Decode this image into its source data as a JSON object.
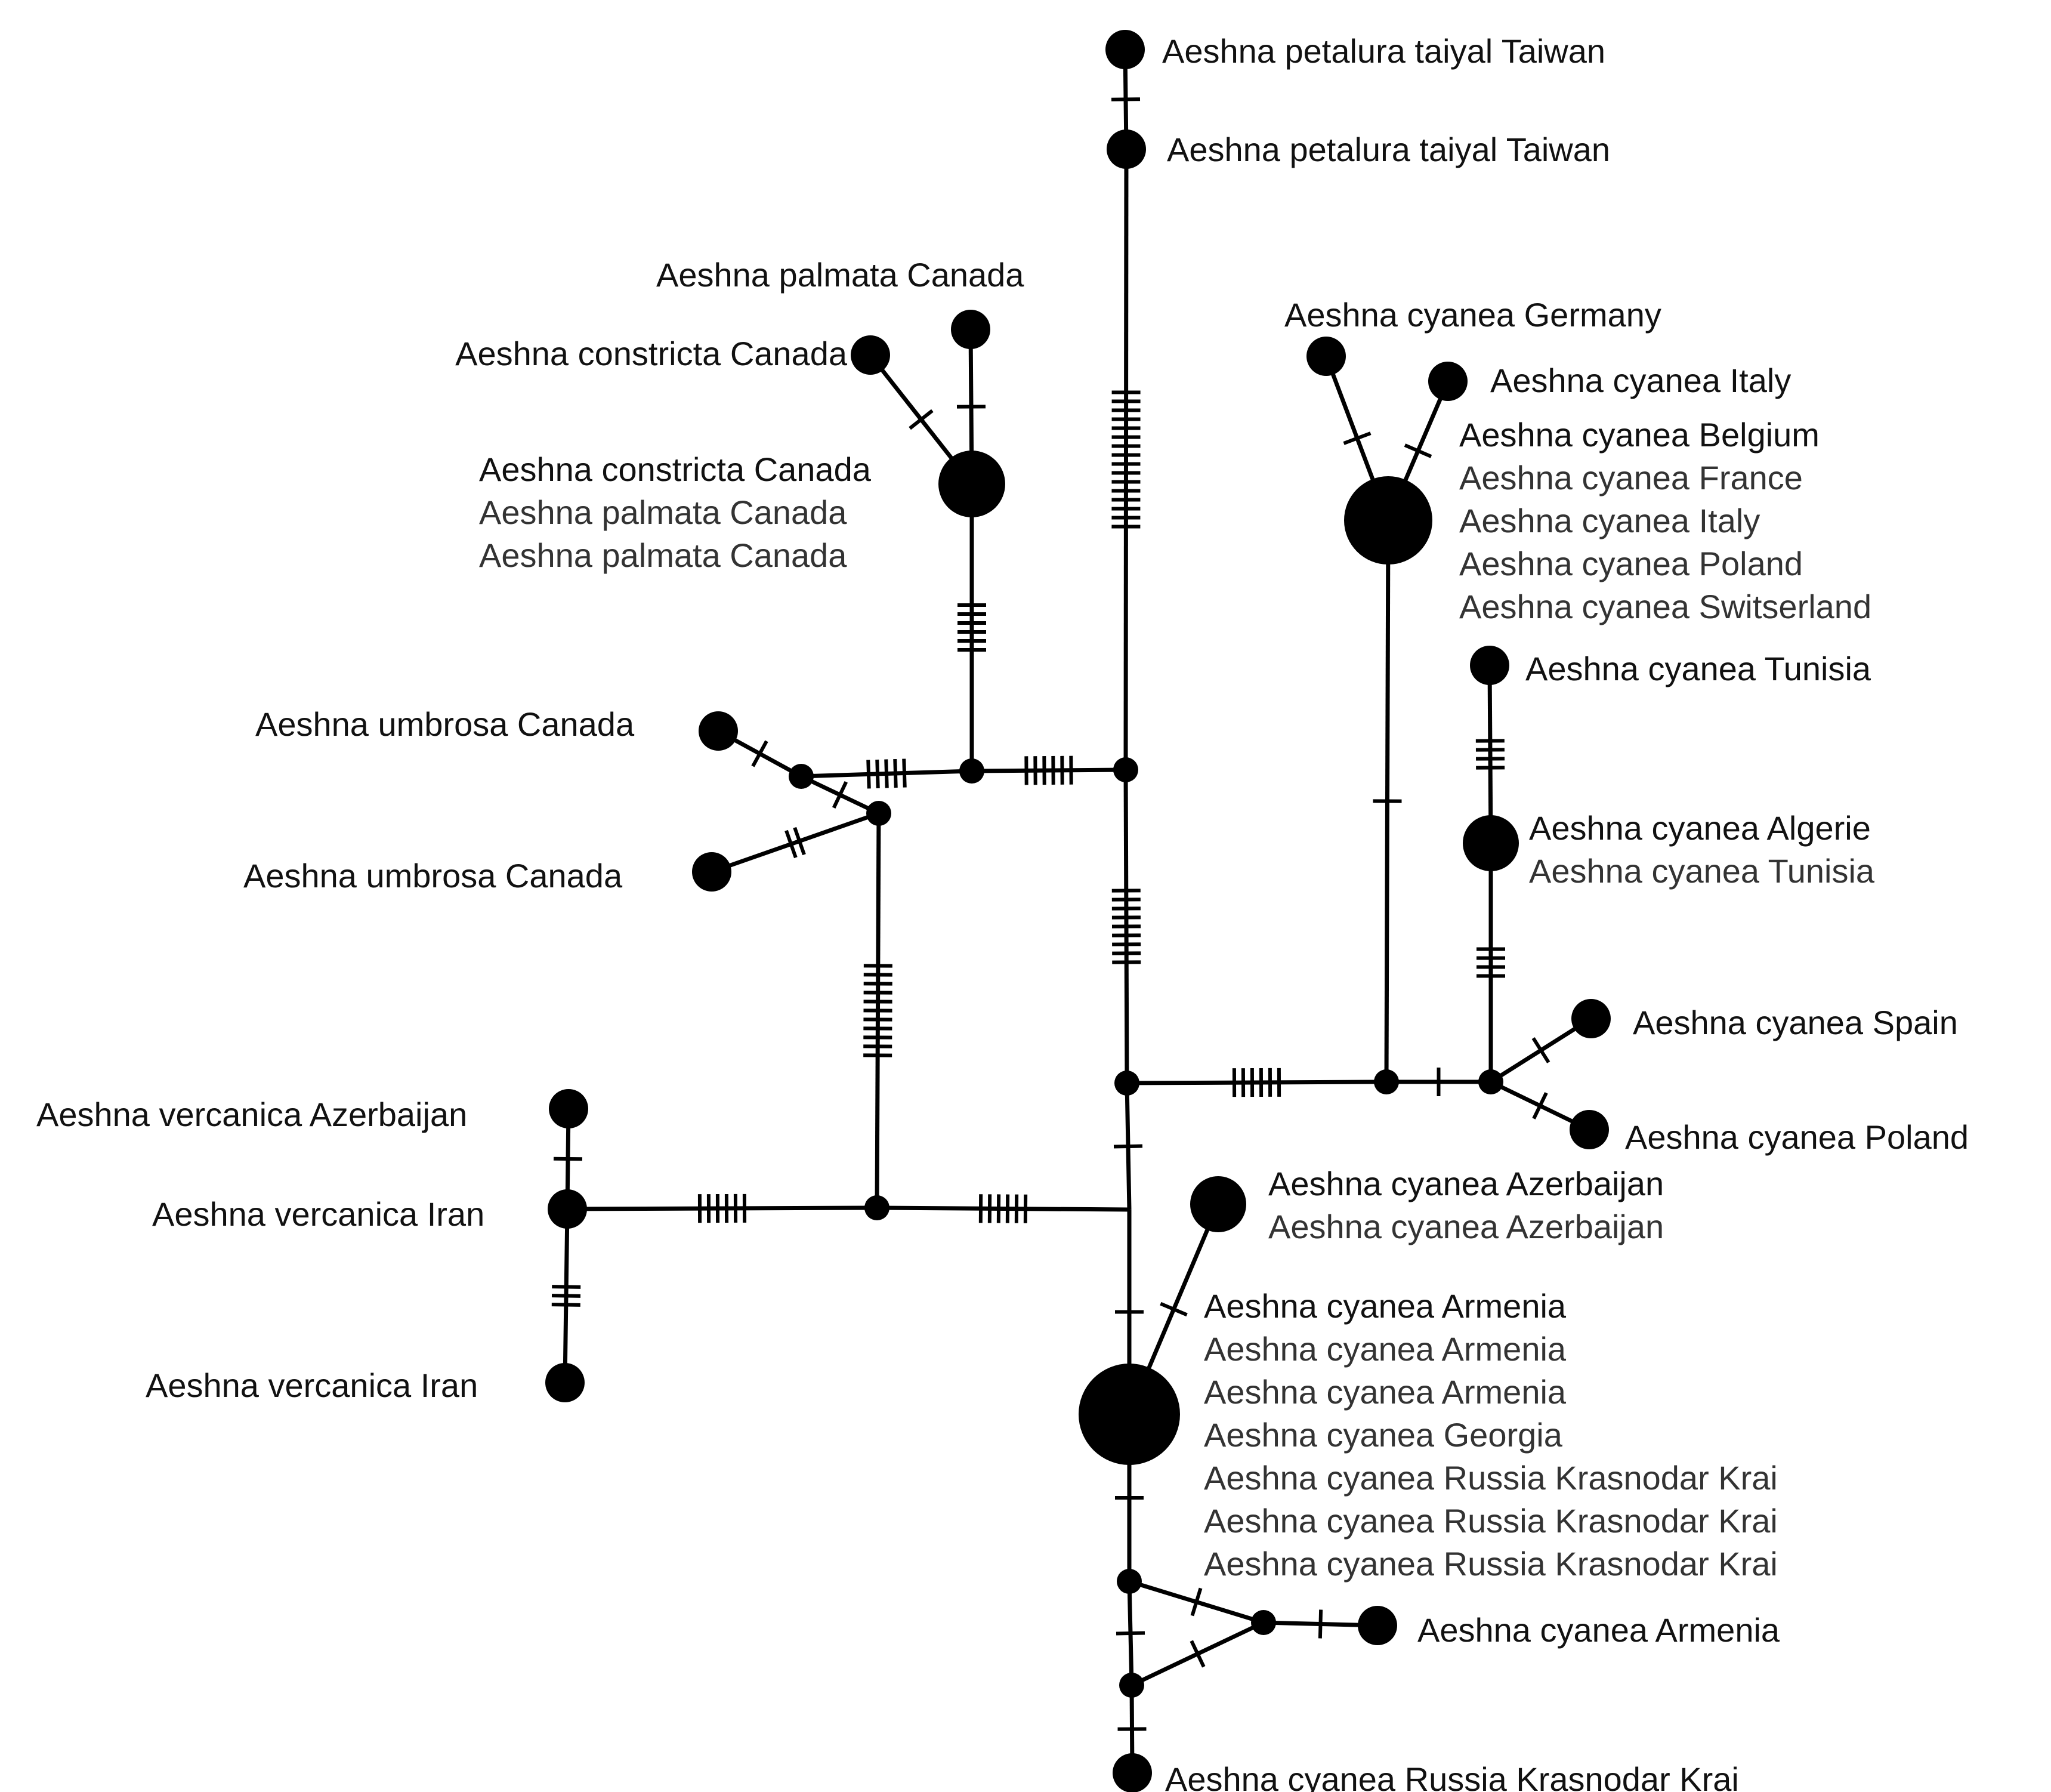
{
  "colors": {
    "ink": "#000000",
    "primary_label": "#111111",
    "secondary_label": "#333333"
  },
  "nodes": {
    "tw1": {
      "size": "sample"
    },
    "tw2": {
      "size": "sample"
    },
    "palmata": {
      "size": "sample"
    },
    "constricta": {
      "size": "sample"
    },
    "canadaHub": {
      "size": "large"
    },
    "germany": {
      "size": "sample"
    },
    "italy": {
      "size": "sample"
    },
    "europeHub": {
      "size": "xlarge"
    },
    "tunisia": {
      "size": "sample"
    },
    "algerie": {
      "size": "medium"
    },
    "umbrosa1": {
      "size": "sample"
    },
    "m_umb": {
      "size": "median"
    },
    "m_umb2": {
      "size": "median"
    },
    "umbrosa2": {
      "size": "sample"
    },
    "m_pal": {
      "size": "median"
    },
    "m_top": {
      "size": "median"
    },
    "m_mid": {
      "size": "median"
    },
    "m_eu": {
      "size": "median"
    },
    "m_af": {
      "size": "median"
    },
    "spain": {
      "size": "sample"
    },
    "polandR": {
      "size": "sample"
    },
    "azerVerc": {
      "size": "sample"
    },
    "iranHub": {
      "size": "sample"
    },
    "iranLow": {
      "size": "sample"
    },
    "m_west": {
      "size": "median"
    },
    "m_cent": {
      "size": "median"
    },
    "azerCyan": {
      "size": "medium"
    },
    "caucHub": {
      "size": "xxlarge"
    },
    "m_b1": {
      "size": "median"
    },
    "m_b2": {
      "size": "median"
    },
    "m_tri": {
      "size": "median"
    },
    "armenia2": {
      "size": "sample"
    },
    "krasnodar": {
      "size": "sample"
    }
  },
  "edges": [
    {
      "from": "tw1",
      "to": "tw2",
      "mutations": 1
    },
    {
      "from": "tw2",
      "to": "m_top",
      "mutations": 16
    },
    {
      "from": "palmata",
      "to": "canadaHub",
      "mutations": 1
    },
    {
      "from": "constricta",
      "to": "canadaHub",
      "mutations": 1
    },
    {
      "from": "canadaHub",
      "to": "m_pal",
      "mutations": 6
    },
    {
      "from": "m_pal",
      "to": "m_top",
      "mutations": 6
    },
    {
      "from": "m_umb",
      "to": "m_pal",
      "mutations": 5
    },
    {
      "from": "umbrosa1",
      "to": "m_umb",
      "mutations": 1
    },
    {
      "from": "m_umb",
      "to": "m_umb2",
      "mutations": 1
    },
    {
      "from": "umbrosa2",
      "to": "m_umb2",
      "mutations": 2
    },
    {
      "from": "m_umb2",
      "to": "m_cent",
      "mutations": 11
    },
    {
      "from": "m_top",
      "to": "m_mid",
      "mutations": 9
    },
    {
      "from": "m_mid",
      "to": "m_eu",
      "mutations": 6
    },
    {
      "from": "m_eu",
      "to": "m_af",
      "mutations": 1
    },
    {
      "from": "germany",
      "to": "europeHub",
      "mutations": 1
    },
    {
      "from": "italy",
      "to": "europeHub",
      "mutations": 1
    },
    {
      "from": "europeHub",
      "to": "m_eu",
      "mutations": 1
    },
    {
      "from": "tunisia",
      "to": "algerie",
      "mutations": 4
    },
    {
      "from": "algerie",
      "to": "m_af",
      "mutations": 4
    },
    {
      "from": "m_af",
      "to": "spain",
      "mutations": 1
    },
    {
      "from": "m_af",
      "to": "polandR",
      "mutations": 1
    },
    {
      "from": "m_mid",
      "to": "m_east",
      "mutations": 1
    },
    {
      "from": "azerVerc",
      "to": "iranHub",
      "mutations": 1
    },
    {
      "from": "iranHub",
      "to": "iranLow",
      "mutations": 3
    },
    {
      "from": "iranHub",
      "to": "m_cent",
      "mutations": 6
    },
    {
      "from": "m_cent",
      "to": "m_east",
      "mutations": 6
    },
    {
      "from": "m_east",
      "to": "caucHub",
      "mutations": 1
    },
    {
      "from": "caucHub",
      "to": "azerCyan",
      "mutations": 1
    },
    {
      "from": "caucHub",
      "to": "m_b1",
      "mutations": 1
    },
    {
      "from": "m_b1",
      "to": "m_b2",
      "mutations": 1
    },
    {
      "from": "m_b1",
      "to": "m_tri",
      "mutations": 1
    },
    {
      "from": "m_b2",
      "to": "m_tri",
      "mutations": 1
    },
    {
      "from": "m_tri",
      "to": "armenia2",
      "mutations": 1
    },
    {
      "from": "m_b2",
      "to": "krasnodar",
      "mutations": 1
    }
  ],
  "labels": {
    "tw1": [
      "Aeshna petalura taiyal Taiwan"
    ],
    "tw2": [
      "Aeshna petalura taiyal Taiwan"
    ],
    "palmata": [
      "Aeshna palmata Canada"
    ],
    "constricta": [
      "Aeshna constricta Canada"
    ],
    "canadaHub": [
      "Aeshna constricta Canada",
      "Aeshna palmata Canada",
      "Aeshna palmata Canada"
    ],
    "germany": [
      "Aeshna cyanea Germany"
    ],
    "italy": [
      "Aeshna cyanea Italy"
    ],
    "europeHub": [
      "Aeshna cyanea Belgium",
      "Aeshna cyanea France",
      "Aeshna cyanea Italy",
      "Aeshna cyanea Poland",
      "Aeshna cyanea Switserland"
    ],
    "tunisia": [
      "Aeshna cyanea Tunisia"
    ],
    "algerie": [
      "Aeshna cyanea Algerie",
      "Aeshna cyanea Tunisia"
    ],
    "umbrosa1": [
      "Aeshna umbrosa Canada"
    ],
    "umbrosa2": [
      "Aeshna umbrosa Canada"
    ],
    "spain": [
      "Aeshna cyanea Spain"
    ],
    "polandR": [
      "Aeshna cyanea Poland"
    ],
    "azerVerc": [
      "Aeshna vercanica Azerbaijan"
    ],
    "iranHub": [
      "Aeshna vercanica Iran"
    ],
    "iranLow": [
      "Aeshna vercanica Iran"
    ],
    "azerCyan": [
      "Aeshna cyanea Azerbaijan",
      "Aeshna cyanea Azerbaijan"
    ],
    "caucHub": [
      "Aeshna cyanea Armenia",
      "Aeshna cyanea Armenia",
      "Aeshna cyanea Armenia",
      "Aeshna cyanea Georgia",
      "Aeshna cyanea Russia Krasnodar Krai",
      "Aeshna cyanea Russia Krasnodar Krai",
      "Aeshna cyanea Russia Krasnodar Krai"
    ],
    "armenia2": [
      "Aeshna cyanea Armenia"
    ],
    "krasnodar": [
      "Aeshna cyanea Russia Krasnodar Krai"
    ]
  }
}
